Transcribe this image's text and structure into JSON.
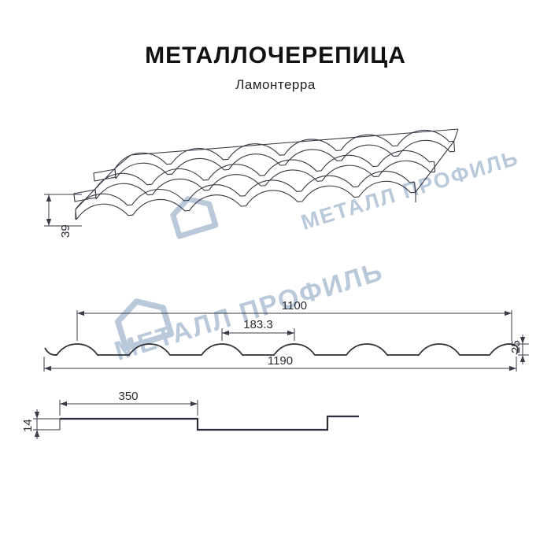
{
  "header": {
    "title": "МЕТАЛЛОЧЕРЕПИЦА",
    "subtitle": "Ламонтерра"
  },
  "watermark": {
    "text": "МЕТАЛЛ ПРОФИЛЬ",
    "color": "#b9c9da"
  },
  "views": {
    "perspective": {
      "description": "roof-sheet-3d-view",
      "edge_height_label": "39"
    },
    "profile": {
      "top_width": "1100",
      "wave_pitch": "183.3",
      "height": "25",
      "total_width": "1190"
    },
    "step": {
      "length": "350",
      "height": "14"
    }
  },
  "colors": {
    "line": "#3a3a46",
    "text": "#111111",
    "watermark": "#b9c9da"
  }
}
